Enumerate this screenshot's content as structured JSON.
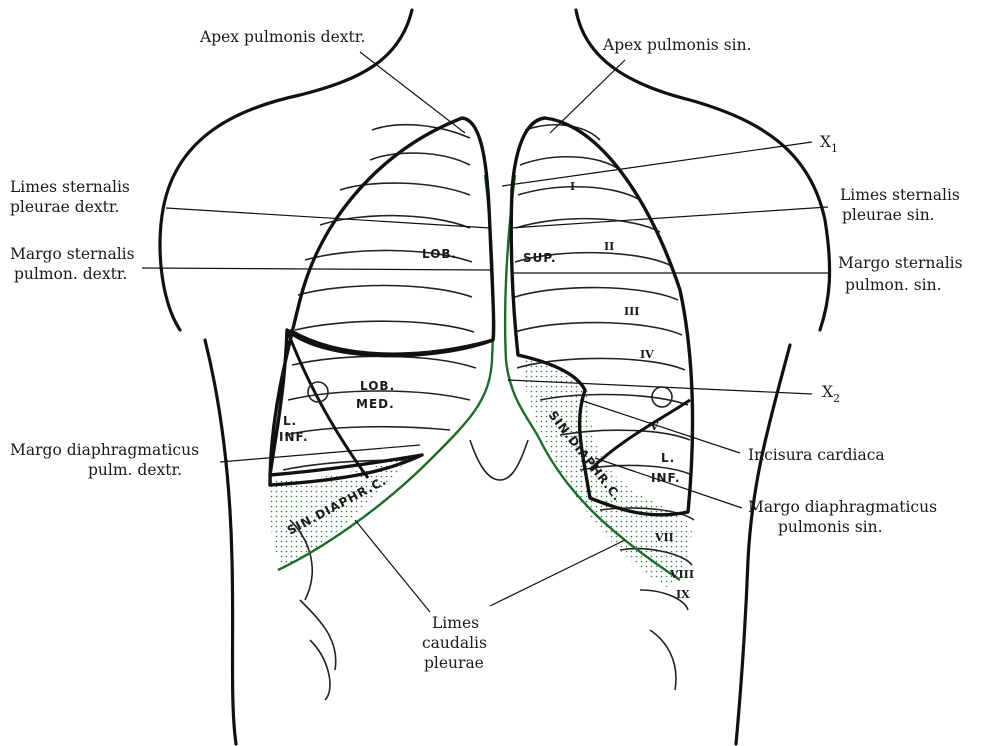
{
  "labels": {
    "apex_dextr": "Apex pulmonis dextr.",
    "apex_sin": "Apex pulmonis sin.",
    "x1": "X",
    "x1_sub": "1",
    "x2": "X",
    "x2_sub": "2",
    "limes_sternalis_dextr": [
      "Limes sternalis",
      "pleurae dextr."
    ],
    "limes_sternalis_sin": [
      "Limes sternalis",
      "pleurae sin."
    ],
    "margo_sternalis_dextr": [
      "Margo sternalis",
      "pulmon. dextr."
    ],
    "margo_sternalis_sin": [
      "Margo sternalis",
      "pulmon. sin."
    ],
    "margo_diaphr_dextr": [
      "Margo diaphragmaticus",
      "pulm. dextr."
    ],
    "incisura_cardiaca": "Incisura cardiaca",
    "margo_diaphr_sin": [
      "Margo diaphragmaticus",
      "pulmonis sin."
    ],
    "limes_caudalis": [
      "Limes",
      "caudalis",
      "pleurae"
    ]
  },
  "lung_labels": {
    "lob": "LOB.",
    "sup": "SUP.",
    "lob_med_1": "LOB.",
    "lob_med_2": "MED.",
    "l_inf_right_1": "L.",
    "l_inf_right_2": "INF.",
    "l_inf_left_1": "L.",
    "l_inf_left_2": "INF.",
    "sin_diaphr_right": "SIN.DIAPHR.C.",
    "sin_diaphr_left": "SIN.DIAPHR.C."
  },
  "rib_numerals": [
    "I",
    "II",
    "III",
    "IV",
    "V",
    "VII",
    "VIII",
    "IX"
  ],
  "colors": {
    "pleura": "#1e6b2a",
    "outline": "#111111"
  }
}
